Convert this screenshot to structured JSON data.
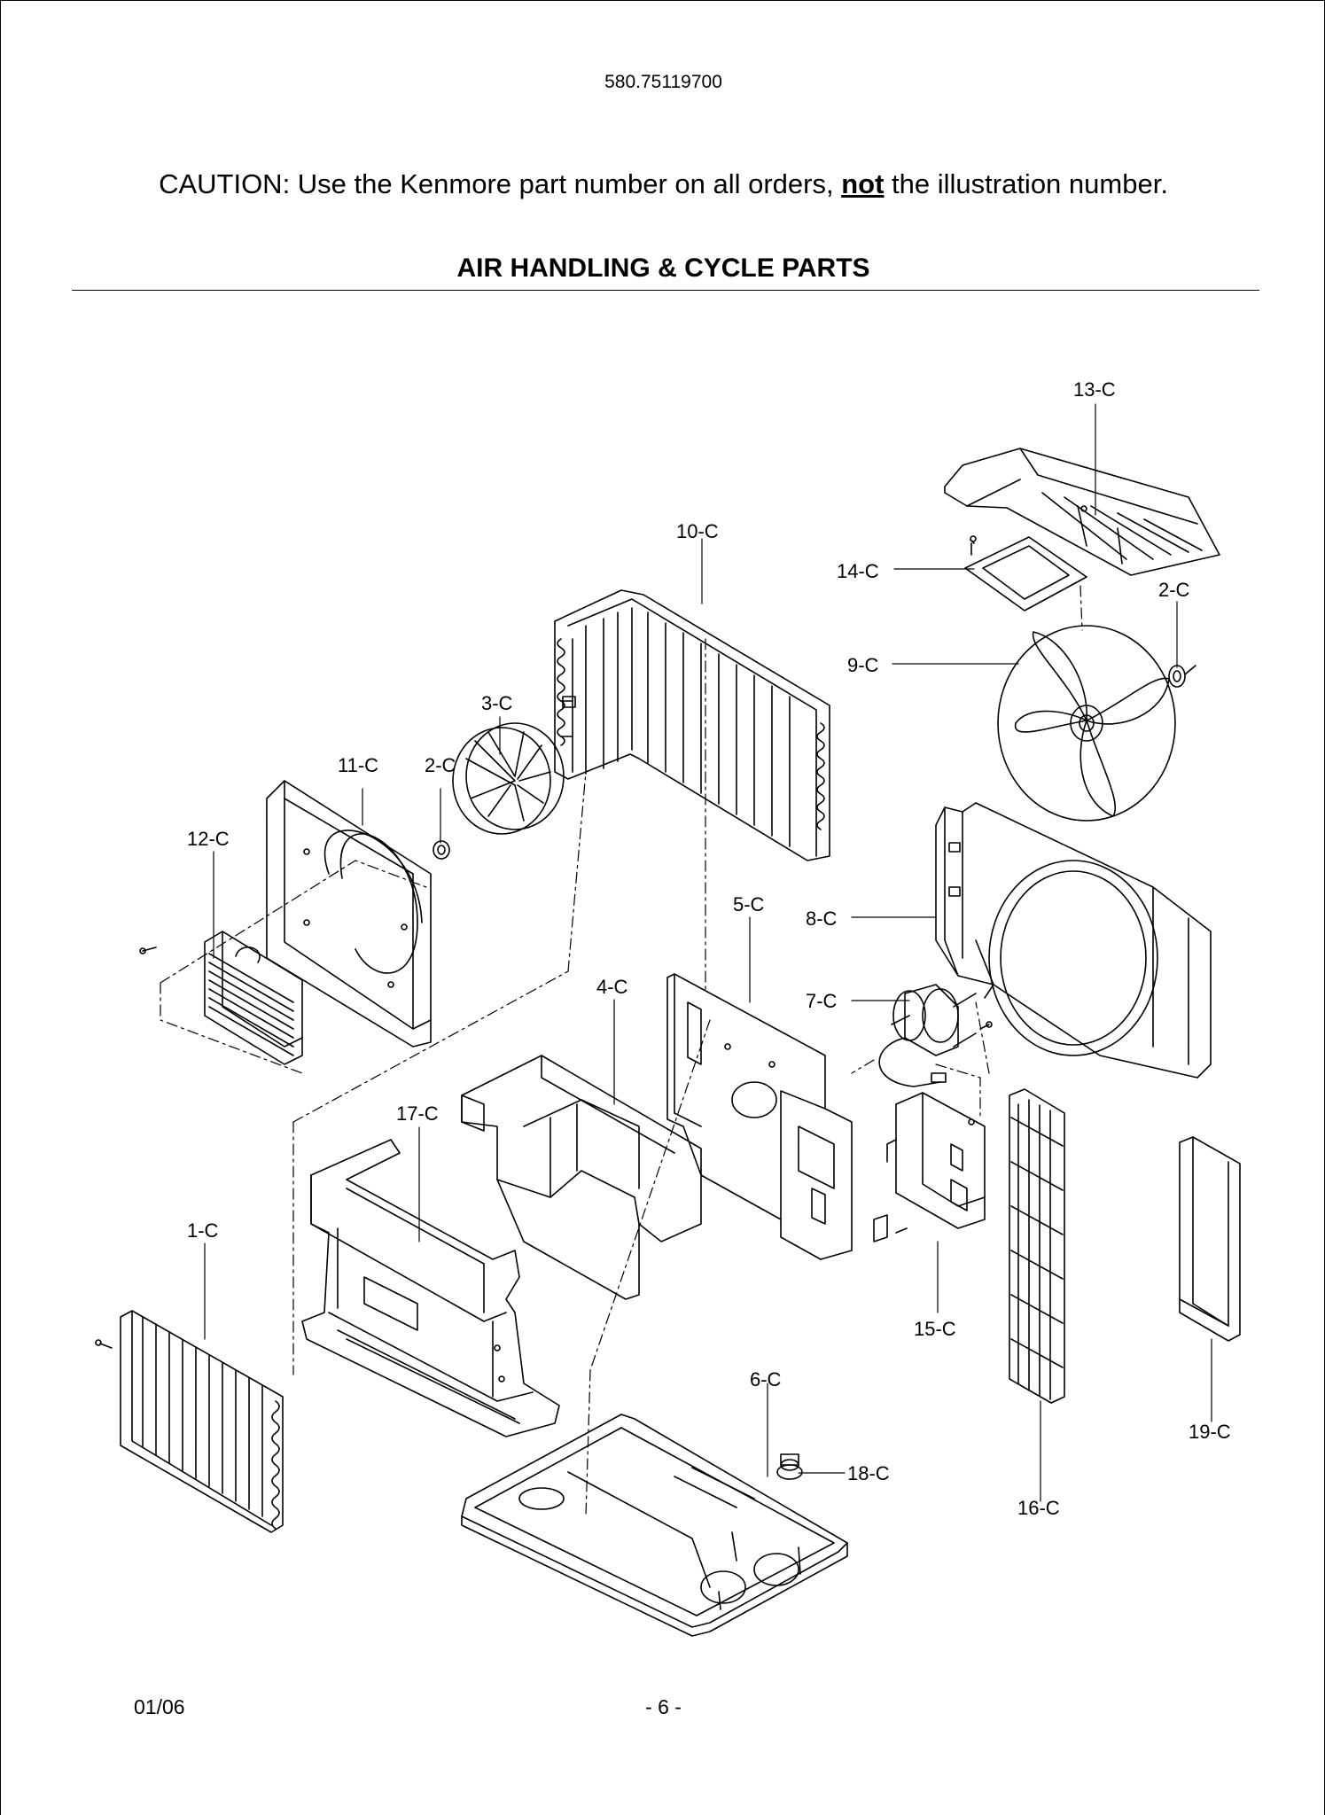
{
  "header": {
    "model_number": "580.75119700",
    "caution_prefix": "CAUTION: Use the Kenmore part number on all orders, ",
    "caution_emphasis": "not",
    "caution_suffix": " the illustration number.",
    "section_title": "AIR HANDLING & CYCLE PARTS"
  },
  "diagram": {
    "labels": {
      "p13": "13-C",
      "p10": "10-C",
      "p14": "14-C",
      "p2a": "2-C",
      "p9": "9-C",
      "p3": "3-C",
      "p11": "11-C",
      "p2b": "2-C",
      "p12": "12-C",
      "p5": "5-C",
      "p8": "8-C",
      "p4": "4-C",
      "p7": "7-C",
      "p17": "17-C",
      "p1": "1-C",
      "p15": "15-C",
      "p6": "6-C",
      "p18": "18-C",
      "p16": "16-C",
      "p19": "19-C"
    }
  },
  "footer": {
    "date": "01/06",
    "page": "- 6 -"
  }
}
